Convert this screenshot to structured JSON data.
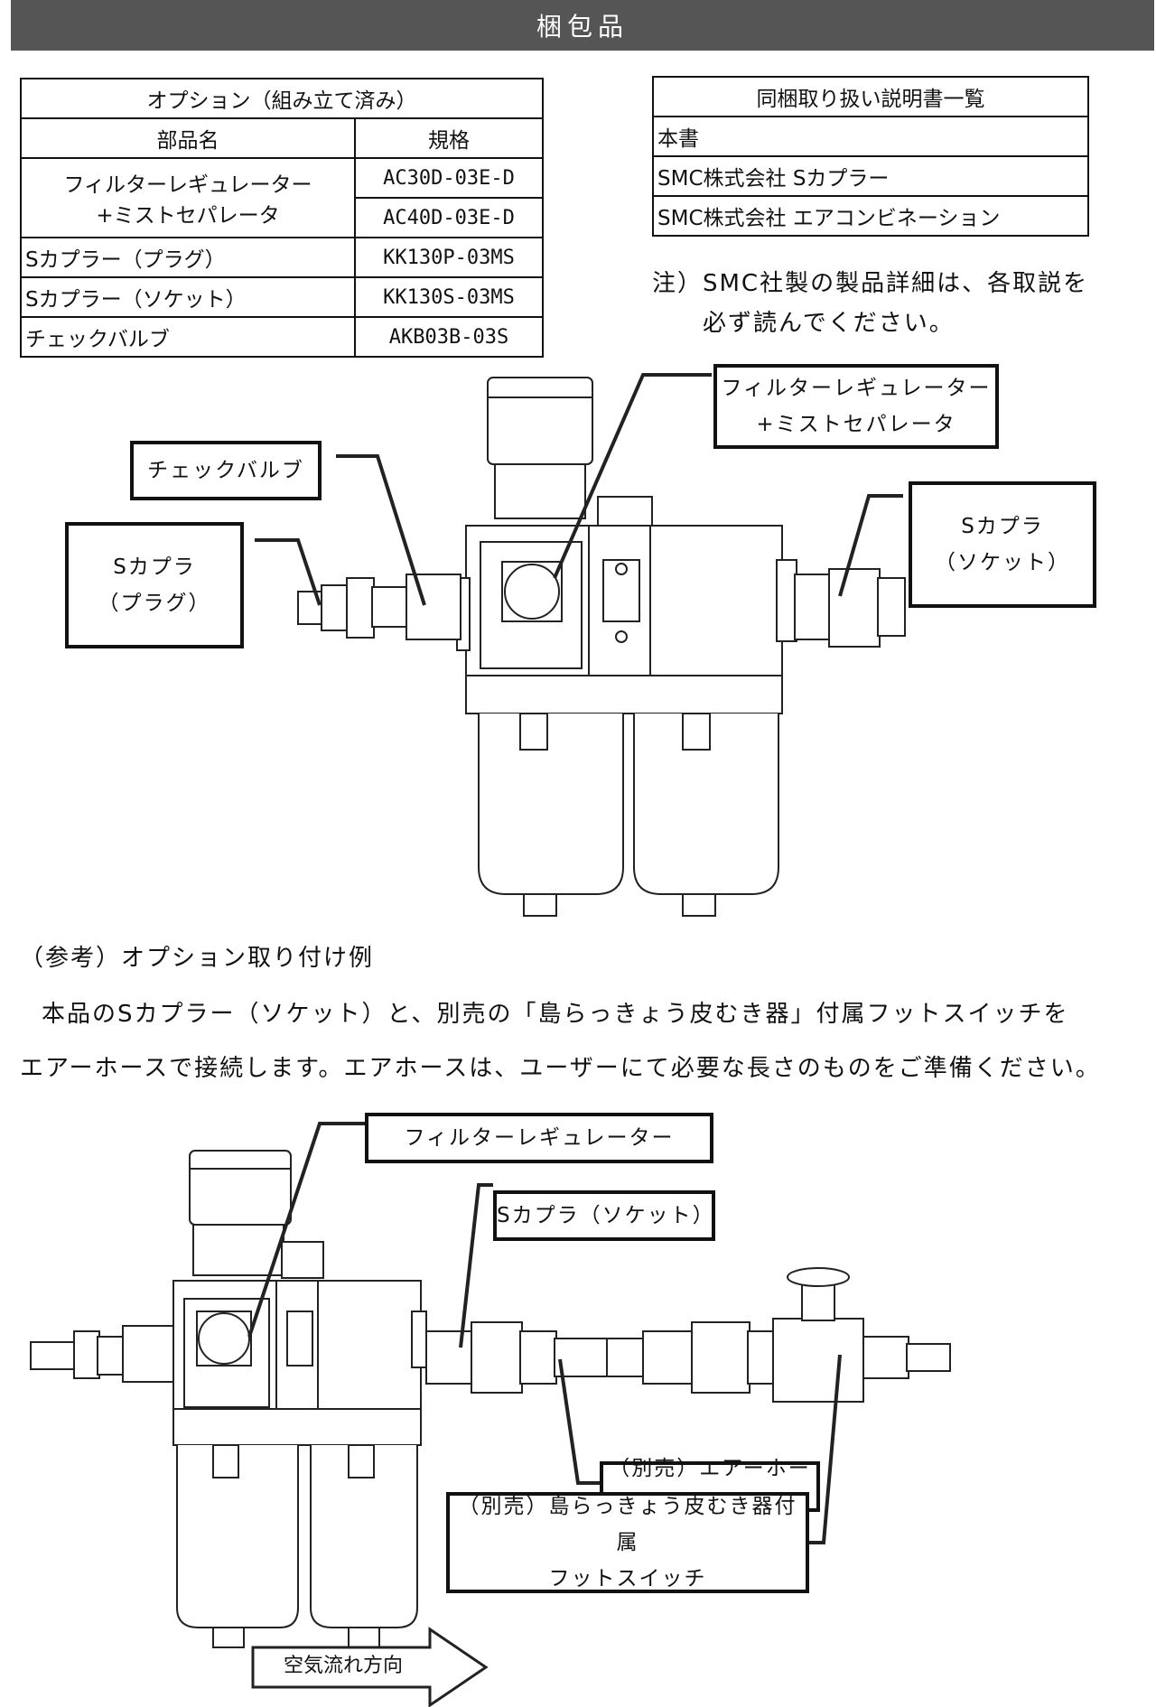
{
  "header": {
    "title": "梱包品"
  },
  "options_table": {
    "caption": "オプション（組み立て済み）",
    "col_part": "部品名",
    "col_spec": "規格",
    "rows": [
      {
        "part_line1": "フィルターレギュレーター",
        "part_line2": "+ミストセパレータ",
        "spec_a": "AC30D-03E-D",
        "spec_b": "AC40D-03E-D"
      },
      {
        "part": "Sカプラー（プラグ）",
        "spec": "KK130P-03MS"
      },
      {
        "part": "Sカプラー（ソケット）",
        "spec": "KK130S-03MS"
      },
      {
        "part": "チェックバルブ",
        "spec": "AKB03B-03S"
      }
    ]
  },
  "manuals_table": {
    "caption": "同梱取り扱い説明書一覧",
    "items": [
      "本書",
      "SMC株式会社 Sカプラー",
      "SMC株式会社 エアコンビネーション"
    ]
  },
  "note": {
    "line1": "注）SMC社製の製品詳細は、各取説を",
    "line2": "必ず読んでください。"
  },
  "diagram1": {
    "label_filter_line1": "フィルターレギュレーター",
    "label_filter_line2": "+ミストセパレータ",
    "label_check_valve": "チェックバルブ",
    "label_plug_line1": "Sカプラ",
    "label_plug_line2": "（プラグ）",
    "label_socket_line1": "Sカプラ",
    "label_socket_line2": "（ソケット）"
  },
  "reference": {
    "heading": "（参考）オプション取り付け例",
    "line1": "本品のSカプラー（ソケット）と、別売の「島らっきょう皮むき器」付属フットスイッチを",
    "line2": "エアーホースで接続します。エアホースは、ユーザーにて必要な長さのものをご準備ください。"
  },
  "diagram2": {
    "label_filter": "フィルターレギュレーター",
    "label_socket": "Sカプラ（ソケット）",
    "label_hose": "（別売）エアーホース",
    "label_switch_line1": "（別売）島らっきょう皮むき器付属",
    "label_switch_line2": "フットスイッチ",
    "flow_label": "空気流れ方向"
  }
}
